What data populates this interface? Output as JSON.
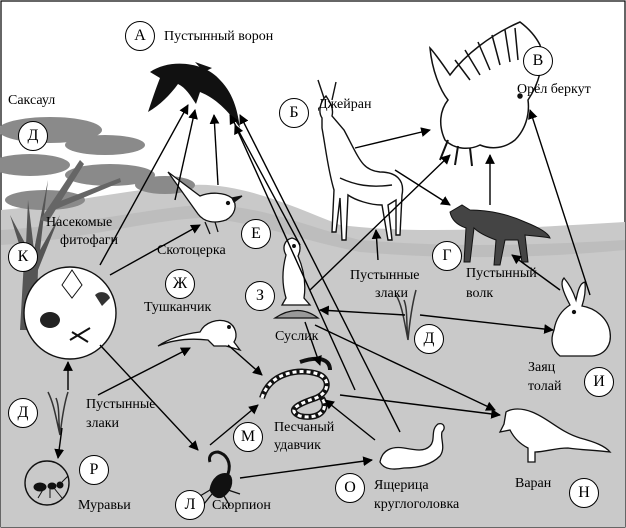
{
  "diagram": {
    "nodes": {
      "a": {
        "letter": "А",
        "name": "Пустынный ворон"
      },
      "b": {
        "letter": "Б",
        "name": "Джейран"
      },
      "v": {
        "letter": "В",
        "name": "Орёл беркут"
      },
      "g": {
        "letter": "Г",
        "name_line1": "Пустынный",
        "name_line2": "волк"
      },
      "d_top": {
        "letter": "Д",
        "name": "Саксаул"
      },
      "d_mid": {
        "letter": "Д",
        "name_line1": "Пустынные",
        "name_line2": "злаки"
      },
      "d_left": {
        "letter": "Д",
        "name_line1": "Пустынные",
        "name_line2": "злаки"
      },
      "e": {
        "letter": "Е",
        "name": "Скотоцерка"
      },
      "zh": {
        "letter": "Ж",
        "name": "Тушканчик"
      },
      "z": {
        "letter": "З",
        "name": "Суслик"
      },
      "i": {
        "letter": "И",
        "name_line1": "Заяц",
        "name_line2": "толай"
      },
      "k": {
        "letter": "К",
        "name_line1": "Насекомые",
        "name_line2": "фитофаги"
      },
      "l": {
        "letter": "Л",
        "name": "Скорпион"
      },
      "m": {
        "letter": "М",
        "name_line1": "Песчаный",
        "name_line2": "удавчик"
      },
      "n": {
        "letter": "Н",
        "name": "Варан"
      },
      "o": {
        "letter": "О",
        "name_line1": "Ящерица",
        "name_line2": "круглоголовка"
      },
      "r": {
        "letter": "Р",
        "name": "Муравьи"
      }
    },
    "icons": [
      "tree-icon",
      "raven-icon",
      "eagle-icon",
      "gazelle-icon",
      "wolf-icon",
      "bird-icon",
      "gopher-icon",
      "grass-icon",
      "hare-icon",
      "jerboa-icon",
      "snake-icon",
      "monitor-lizard-icon",
      "lizard-icon",
      "scorpion-icon",
      "ant-icon",
      "insects-icon"
    ],
    "colors": {
      "ground": "#c8c8c8",
      "ground_dark": "#b0b0b0",
      "line": "#000000"
    }
  }
}
